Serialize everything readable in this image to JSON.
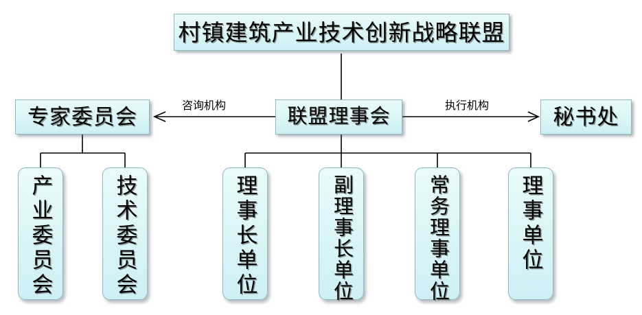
{
  "diagram": {
    "title_node": {
      "id": "alliance-title",
      "label": "村镇建筑产业技术创新战略联盟"
    },
    "nodes": [
      {
        "id": "expert-committee",
        "label": "专家委员会",
        "shape": "rect"
      },
      {
        "id": "alliance-council",
        "label": "联盟理事会",
        "shape": "rect"
      },
      {
        "id": "secretariat",
        "label": "秘书处",
        "shape": "rect"
      },
      {
        "id": "industry-committee",
        "label": "产业委员会",
        "shape": "round"
      },
      {
        "id": "technology-committee",
        "label": "技术委员会",
        "shape": "round"
      },
      {
        "id": "chairman-unit",
        "label": "理事长单位",
        "shape": "round"
      },
      {
        "id": "vice-chairman-unit",
        "label": "副理事长单位",
        "shape": "round"
      },
      {
        "id": "standing-director-unit",
        "label": "常务理事单位",
        "shape": "round"
      },
      {
        "id": "director-unit",
        "label": "理事单位",
        "shape": "round"
      }
    ],
    "edge_labels": {
      "advisory": "咨询机构",
      "executive": "执行机构"
    },
    "colors": {
      "node_fill_top": "#eafafc",
      "node_fill_bottom": "#cdf0f4",
      "node_border": "#8fb8c4",
      "line": "#000000",
      "background": "#ffffff"
    }
  }
}
